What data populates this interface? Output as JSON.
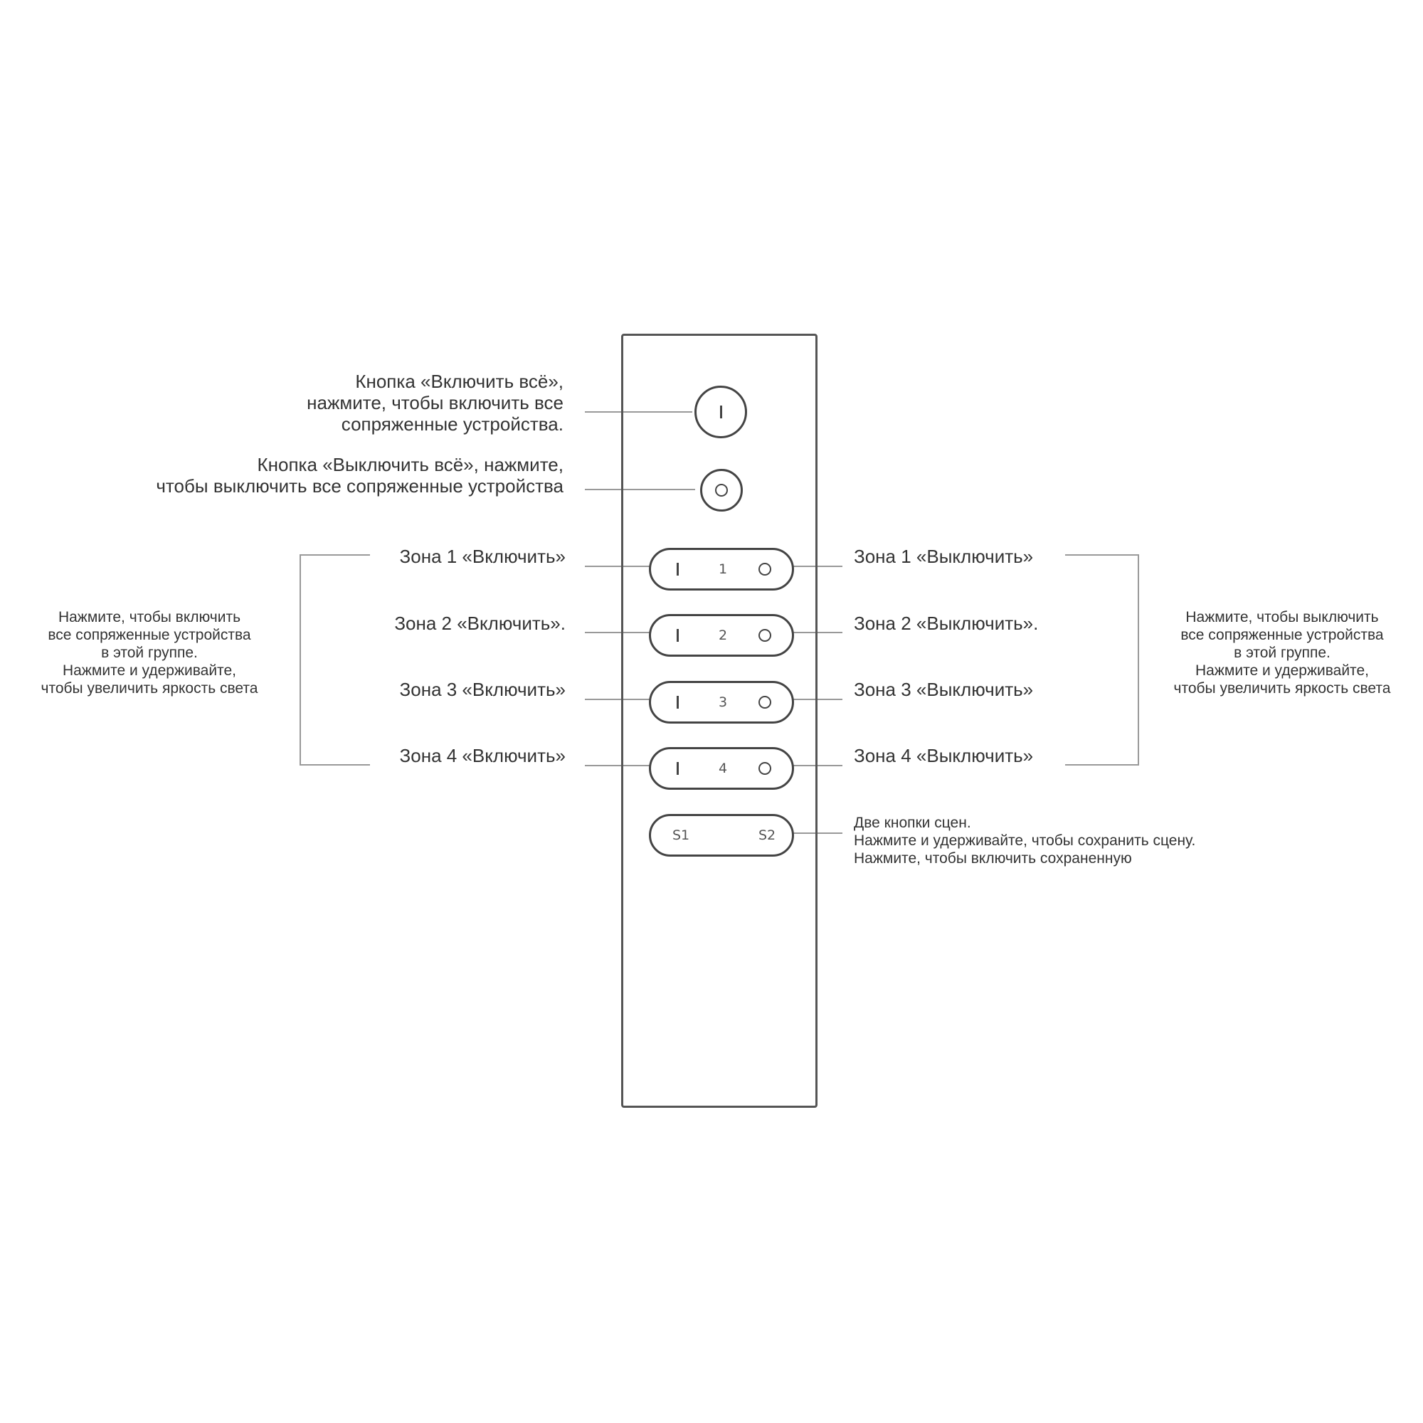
{
  "remote": {
    "on_all_symbol": "I",
    "zones": [
      {
        "number": "1",
        "on_label": "Зона 1 «Включить»",
        "off_label": "Зона 1 «Выключить»"
      },
      {
        "number": "2",
        "on_label": "Зона 2 «Включить».",
        "off_label": "Зона 2 «Выключить»."
      },
      {
        "number": "3",
        "on_label": "Зона 3 «Включить»",
        "off_label": "Зона 3 «Выключить»"
      },
      {
        "number": "4",
        "on_label": "Зона 4 «Включить»",
        "off_label": "Зона 4 «Выключить»"
      }
    ],
    "scene_buttons": [
      "S1",
      "S2"
    ]
  },
  "callouts": {
    "on_all": [
      "Кнопка «Включить всё»,",
      "нажмите, чтобы включить все",
      "сопряженные устройства."
    ],
    "off_all": [
      "Кнопка «Выключить всё», нажмите,",
      "чтобы выключить все сопряженные устройства"
    ],
    "left_group_note": [
      "Нажмите, чтобы включить",
      "все сопряженные устройства",
      "в этой группе.",
      "Нажмите и удерживайте,",
      "чтобы увеличить яркость света"
    ],
    "right_group_note": [
      "Нажмите, чтобы выключить",
      "все сопряженные устройства",
      "в этой группе.",
      "Нажмите и удерживайте,",
      "чтобы увеличить яркость света"
    ],
    "scenes": [
      "Две кнопки сцен.",
      "Нажмите и удерживайте, чтобы сохранить сцену.",
      "Нажмите, чтобы включить сохраненную"
    ]
  },
  "colors": {
    "line": "#999999",
    "outline": "#444444",
    "text": "#333333"
  }
}
